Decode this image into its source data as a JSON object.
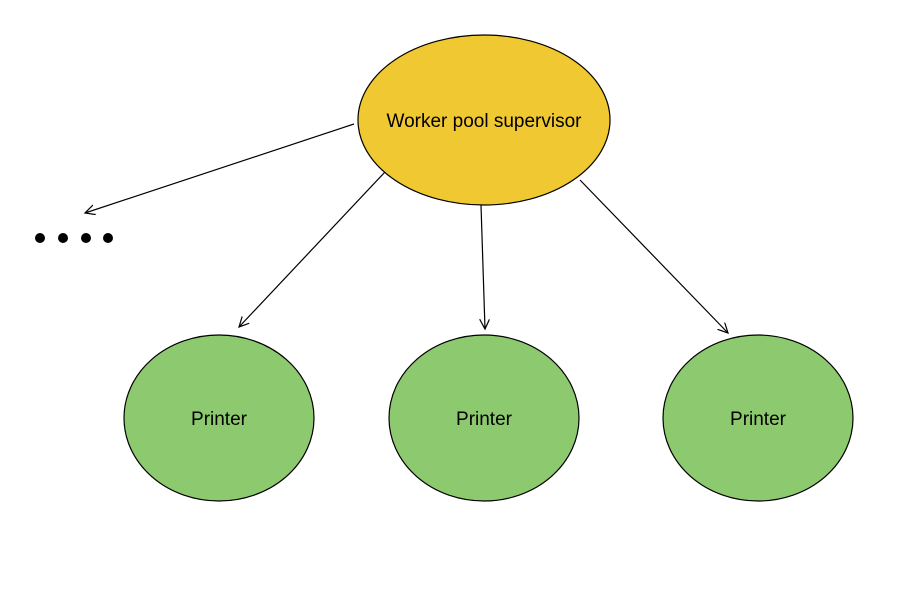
{
  "colors": {
    "supervisor_fill": "#F0C832",
    "worker_fill": "#8DC96E",
    "stroke": "#000000",
    "background": "#FFFFFF"
  },
  "supervisor": {
    "label": "Worker pool supervisor"
  },
  "workers": [
    {
      "label": "Printer"
    },
    {
      "label": "Printer"
    },
    {
      "label": "Printer"
    }
  ],
  "ellipsis": {
    "dot_count": 4
  }
}
